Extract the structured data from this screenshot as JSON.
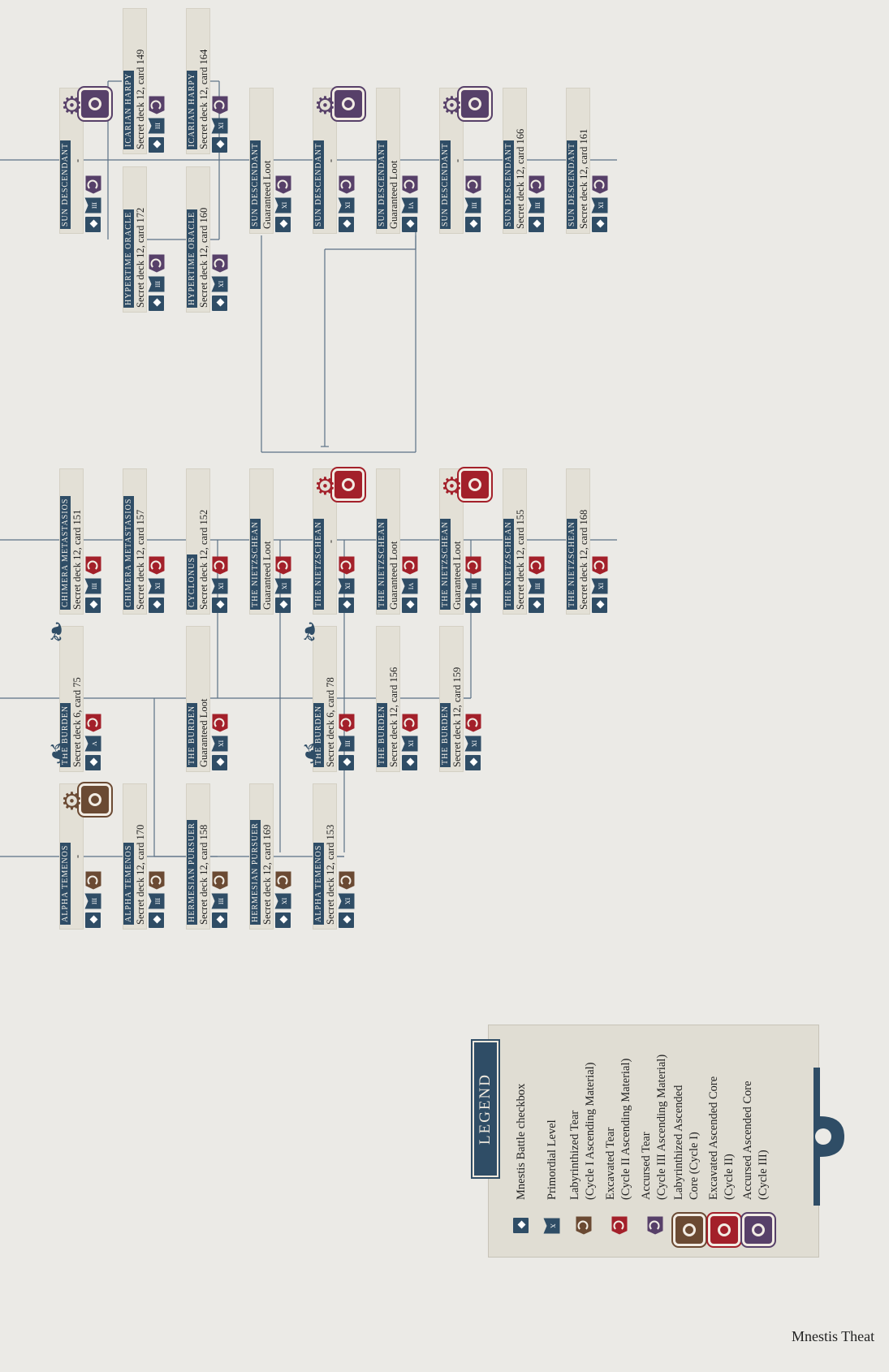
{
  "footer_text": "Mnestis Theat",
  "legend": {
    "title": "LEGEND",
    "items": [
      {
        "icon": "checkbox-icon",
        "label": "Mnestis Battle checkbox"
      },
      {
        "icon": "primordial-level-icon",
        "label": "Primordial Level"
      },
      {
        "icon": "labyrinthized-tear-icon",
        "label": "Labyrinthized Tear\n(Cycle I Ascending Material)"
      },
      {
        "icon": "excavated-tear-icon",
        "label": "Excavated Tear\n(Cycle II Ascending Material)"
      },
      {
        "icon": "accursed-tear-icon",
        "label": "Accursed Tear\n(Cycle III Ascending Material)"
      },
      {
        "icon": "labyrinthized-core-icon",
        "label": "Labyrinthized  Ascended\nCore (Cycle I)"
      },
      {
        "icon": "excavated-core-icon",
        "label": "Excavated Ascended Core\n(Cycle II)"
      },
      {
        "icon": "accursed-core-icon",
        "label": "Accursed Ascended Core\n(Cycle III)"
      }
    ]
  },
  "colors": {
    "background": "#ebeae6",
    "card": "#e3e0d6",
    "navy": "#2f4d66",
    "labyrinthized": "#6b4a33",
    "excavated": "#a3202a",
    "accursed": "#574069",
    "line": "#5b7186"
  },
  "cards": [
    {
      "name": "SUN DESCENDANT",
      "sub": "-",
      "level": "III",
      "tear": "accursed",
      "core": "accursed"
    },
    {
      "name": "ICARIAN HARPY",
      "sub": "Secret deck 12, card 149",
      "level": "III",
      "tear": "accursed"
    },
    {
      "name": "ICARIAN HARPY",
      "sub": "Secret deck 12, card 164",
      "level": "IX",
      "tear": "accursed"
    },
    {
      "name": "HYPERTIME ORACLE",
      "sub": "Secret deck 12, card 172",
      "level": "III",
      "tear": "accursed"
    },
    {
      "name": "HYPERTIME ORACLE",
      "sub": "Secret deck 12, card 160",
      "level": "IX",
      "tear": "accursed"
    },
    {
      "name": "SUN DESCENDANT",
      "sub": "Guaranteed Loot",
      "level": "IX",
      "tear": "accursed"
    },
    {
      "name": "SUN DESCENDANT",
      "sub": "-",
      "level": "IX",
      "tear": "accursed",
      "core": "accursed"
    },
    {
      "name": "SUN DESCENDANT",
      "sub": "Guaranteed Loot",
      "level": "VI",
      "tear": "accursed"
    },
    {
      "name": "SUN DESCENDANT",
      "sub": "-",
      "level": "III",
      "tear": "accursed",
      "core": "accursed"
    },
    {
      "name": "SUN DESCENDANT",
      "sub": "Secret deck 12, card 166",
      "level": "III",
      "tear": "accursed"
    },
    {
      "name": "SUN DESCENDANT",
      "sub": "Secret deck 12, card 161",
      "level": "IX",
      "tear": "accursed"
    },
    {
      "name": "CHIMERA METASTASIOS",
      "sub": "Secret deck 12, card 151",
      "level": "III",
      "tear": "excavated"
    },
    {
      "name": "CHIMERA METASTASIOS",
      "sub": "Secret deck 12, card 157",
      "level": "IX",
      "tear": "excavated"
    },
    {
      "name": "CYCLONUS",
      "sub": "Secret deck 12, card 152",
      "level": "IX",
      "tear": "excavated"
    },
    {
      "name": "THE NIETZSCHEAN",
      "sub": "Guaranteed Loot",
      "level": "IX",
      "tear": "excavated"
    },
    {
      "name": "THE NIETZSCHEAN",
      "sub": "-",
      "level": "IX",
      "tear": "excavated",
      "core": "excavated"
    },
    {
      "name": "THE NIETZSCHEAN",
      "sub": "Guaranteed Loot",
      "level": "VI",
      "tear": "excavated"
    },
    {
      "name": "THE NIETZSCHEAN",
      "sub": "Guaranteed Loot",
      "level": "III",
      "tear": "excavated",
      "core": "excavated"
    },
    {
      "name": "THE NIETZSCHEAN",
      "sub": "Secret deck 12, card 155",
      "level": "III",
      "tear": "excavated"
    },
    {
      "name": "THE NIETZSCHEAN",
      "sub": "Secret deck 12, card 168",
      "level": "IX",
      "tear": "excavated"
    },
    {
      "name": "THE BURDEN",
      "sub": "Secret deck 6, card 75",
      "level": "V",
      "tear": "excavated",
      "ornament": "flourish"
    },
    {
      "name": "THE BURDEN",
      "sub": "Guaranteed Loot",
      "level": "IX",
      "tear": "excavated"
    },
    {
      "name": "THE BURDEN",
      "sub": "Secret deck 6, card 78",
      "level": "III",
      "tear": "excavated",
      "ornament": "flourish"
    },
    {
      "name": "THE BURDEN",
      "sub": "Secret deck 12, card 156",
      "level": "IX",
      "tear": "excavated"
    },
    {
      "name": "THE BURDEN",
      "sub": "Secret deck 12, card 159",
      "level": "IX",
      "tear": "excavated"
    },
    {
      "name": "ALPHA TEMENOS",
      "sub": "-",
      "level": "III",
      "tear": "labyrinthized",
      "core": "labyrinthized"
    },
    {
      "name": "ALPHA TEMENOS",
      "sub": "Secret deck 12, card 170",
      "level": "III",
      "tear": "labyrinthized"
    },
    {
      "name": "HERMESIAN PURSUER",
      "sub": "Secret deck 12, card 158",
      "level": "III",
      "tear": "labyrinthized"
    },
    {
      "name": "HERMESIAN PURSUER",
      "sub": "Secret deck 12, card 169",
      "level": "IX",
      "tear": "labyrinthized"
    },
    {
      "name": "ALPHA TEMENOS",
      "sub": "Secret deck 12, card 153",
      "level": "IX",
      "tear": "labyrinthized"
    }
  ]
}
